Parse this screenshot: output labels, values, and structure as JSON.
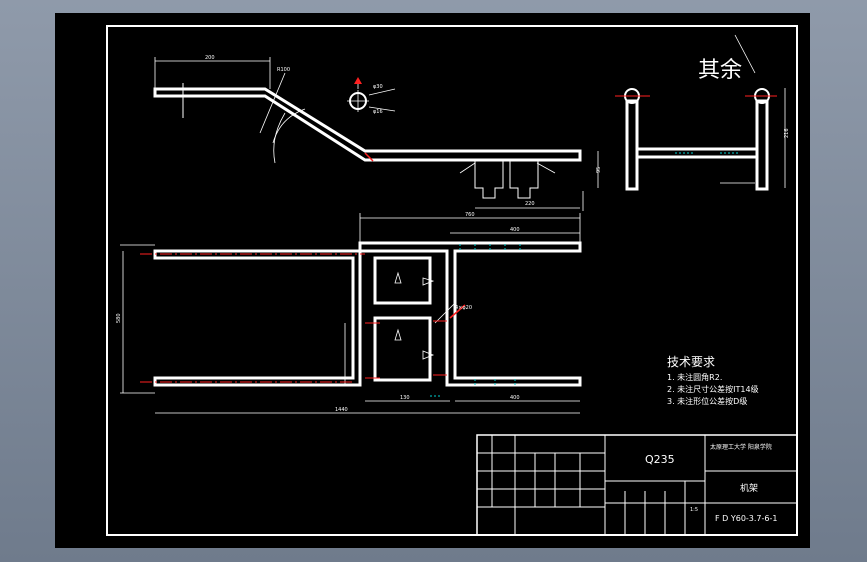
{
  "drawing": {
    "rest_note": "其余",
    "tech_requirements": {
      "title": "技术要求",
      "items": [
        "1. 未注圆角R2.",
        "2. 未注尺寸公差按IT14级",
        "3. 未注形位公差按D级"
      ]
    },
    "title_block": {
      "material": "Q235",
      "school": "太原理工大学 阳泉学院",
      "part_name": "机架",
      "drawing_no": "F D Y60-3.7-6-1",
      "scale": "1:5"
    },
    "colors": {
      "background": "#000000",
      "outline": "#ffffff",
      "centerline": "#ff2020",
      "hidden": "#00d0d0"
    }
  }
}
